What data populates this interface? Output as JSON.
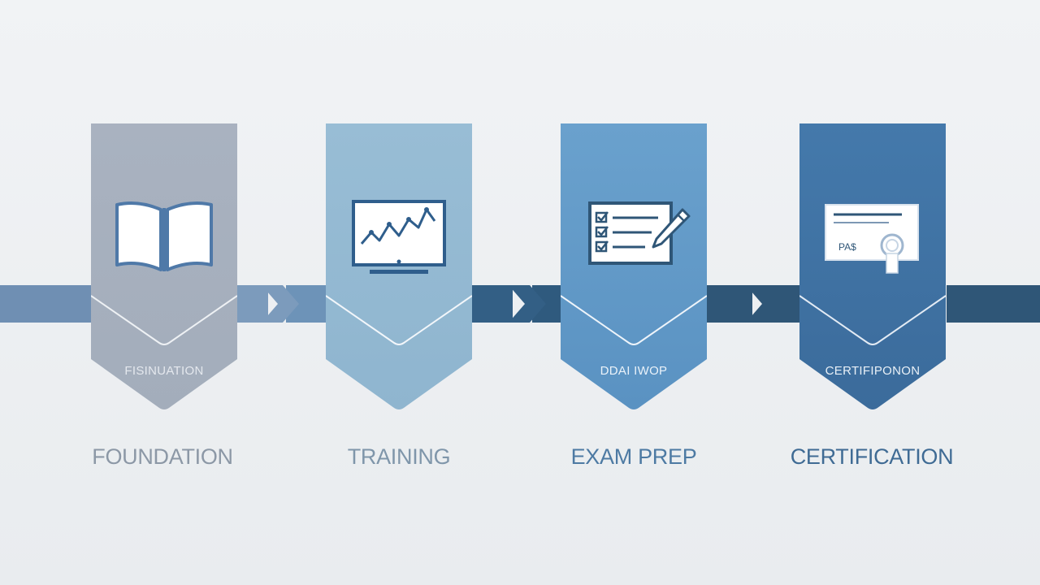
{
  "colors": {
    "background": "#eceef1",
    "step1": "#a6b0bf",
    "step2": "#93b8d1",
    "step3": "#5d96c4",
    "step4": "#3f6f9f",
    "band_light": "#6f8fb3",
    "band_mid": "#3b6a93",
    "band_dark": "#2f5677"
  },
  "steps": [
    {
      "id": "foundation",
      "icon": "open-book-icon",
      "inner_label": "FISINUATION",
      "label": "FOUNDATION",
      "label_color": "#8c98a6",
      "inner_label_color": "#e4e8ee"
    },
    {
      "id": "training",
      "icon": "monitor-chart-icon",
      "inner_label": "",
      "label": "TRAINING",
      "label_color": "#7f96aa",
      "inner_label_color": "#eef3f8"
    },
    {
      "id": "exam-prep",
      "icon": "checklist-pencil-icon",
      "inner_label": "DDAI IWOP",
      "label": "EXAM PREP",
      "label_color": "#4d7aa3",
      "inner_label_color": "#eaf2f9"
    },
    {
      "id": "certification",
      "icon": "certificate-seal-icon",
      "inner_label": "CERTIFIPONON",
      "label": "CERTIFICATION",
      "label_color": "#3f6b94",
      "inner_label_color": "#e9f0f7"
    }
  ],
  "certificate_text": "PA$"
}
